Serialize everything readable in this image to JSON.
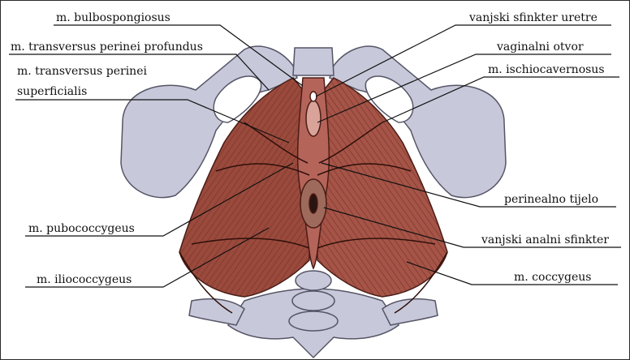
{
  "figure": {
    "labels": {
      "bulbospongiosus": "m. bulbospongiosus",
      "transversus_profundus": "m. transversus perinei profundus",
      "transversus_superficialis_1": "m. transversus perinei",
      "transversus_superficialis_2": "superficialis",
      "pubococcygeus": "m. pubococcygeus",
      "iliococcygeus": "m. iliococcygeus",
      "vanjski_sfinkter_uretre": "vanjski sfinkter uretre",
      "vaginalni_otvor": "vaginalni otvor",
      "ischiocavernosus": "m. ischiocavernosus",
      "perinealno_tijelo": "perinealno tijelo",
      "vanjski_analni_sfinkter": "vanjski analni sfinkter",
      "coccygeus": "m. coccygeus"
    },
    "colors": {
      "bone": "#c7c8da",
      "bone_outline": "#555566",
      "muscle": "#9a4a3c",
      "muscle_dark": "#6e2c22",
      "muscle_light": "#b5645a",
      "leader": "#111111"
    }
  }
}
